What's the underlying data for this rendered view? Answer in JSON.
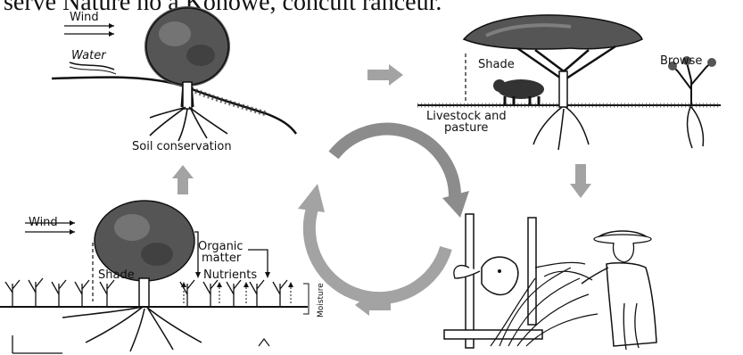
{
  "header_text": "serve Nature no a Konowe, concult ranceur.",
  "panels": {
    "soil": {
      "wind_label": "Wind",
      "water_label": "Water",
      "caption": "Soil conservation"
    },
    "livestock": {
      "shade_label": "Shade",
      "browse_label": "Browse",
      "caption_line1": "Livestock and",
      "caption_line2": "pasture"
    },
    "crops": {
      "wind_label": "Wind",
      "organic_line1": "Organic",
      "organic_line2": "matter",
      "shade_label": "Shade",
      "nutrients_label": "Nutrients",
      "moisture_label": "Moisture"
    }
  },
  "colors": {
    "arrow_gray": "#a3a3a3",
    "cycle_gray": "#8c8c8c",
    "ink": "#111111"
  }
}
